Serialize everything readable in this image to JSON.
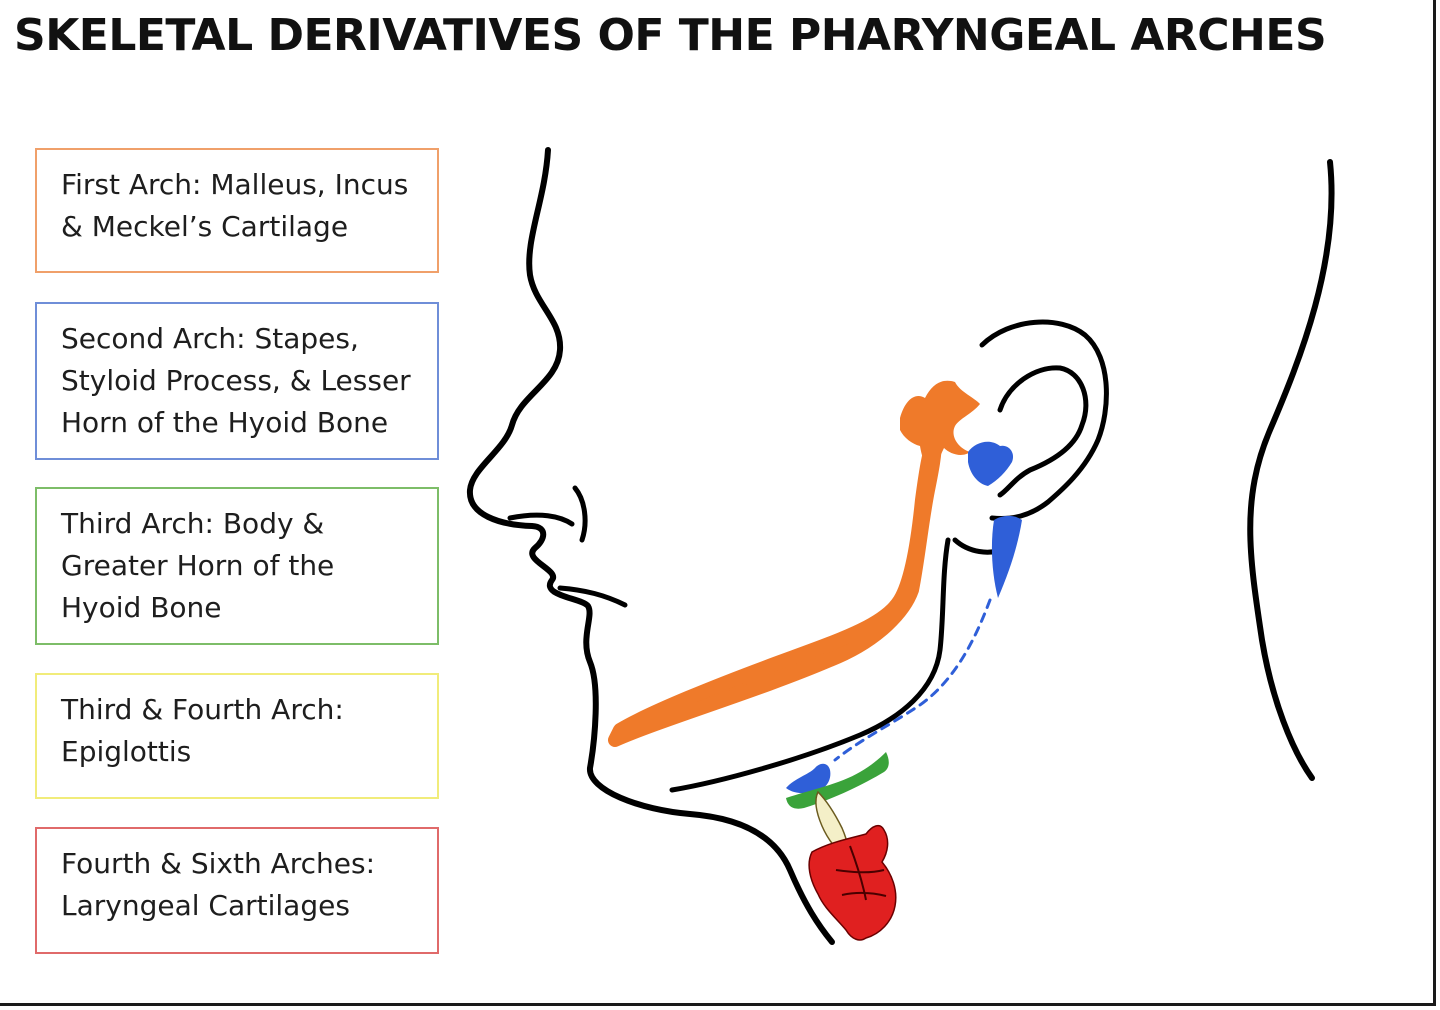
{
  "title": "SKELETAL DERIVATIVES OF THE PHARYNGEAL ARCHES",
  "legend": [
    {
      "lines": [
        "First Arch: Malleus, Incus",
        "& Meckel’s Cartilage"
      ],
      "color": "#f0a06a"
    },
    {
      "lines": [
        "Second Arch: Stapes,",
        "Styloid Process, & Lesser",
        "Horn of the Hyoid Bone"
      ],
      "color": "#6f8ed8"
    },
    {
      "lines": [
        "Third Arch: Body &",
        "Greater Horn of the",
        "Hyoid Bone"
      ],
      "color": "#7dbd68"
    },
    {
      "lines": [
        "Third & Fourth Arch:",
        "Epiglottis"
      ],
      "color": "#f1ec7a"
    },
    {
      "lines": [
        "Fourth & Sixth Arches:",
        "Laryngeal Cartilages"
      ],
      "color": "#e06a6a"
    }
  ],
  "colors": {
    "first_arch": "#ef7a2a",
    "second_arch": "#2f5fd8",
    "third_arch": "#3aa33a",
    "epiglottis": "#f4efc8",
    "laryngeal": "#e02020",
    "outline": "#000000"
  }
}
